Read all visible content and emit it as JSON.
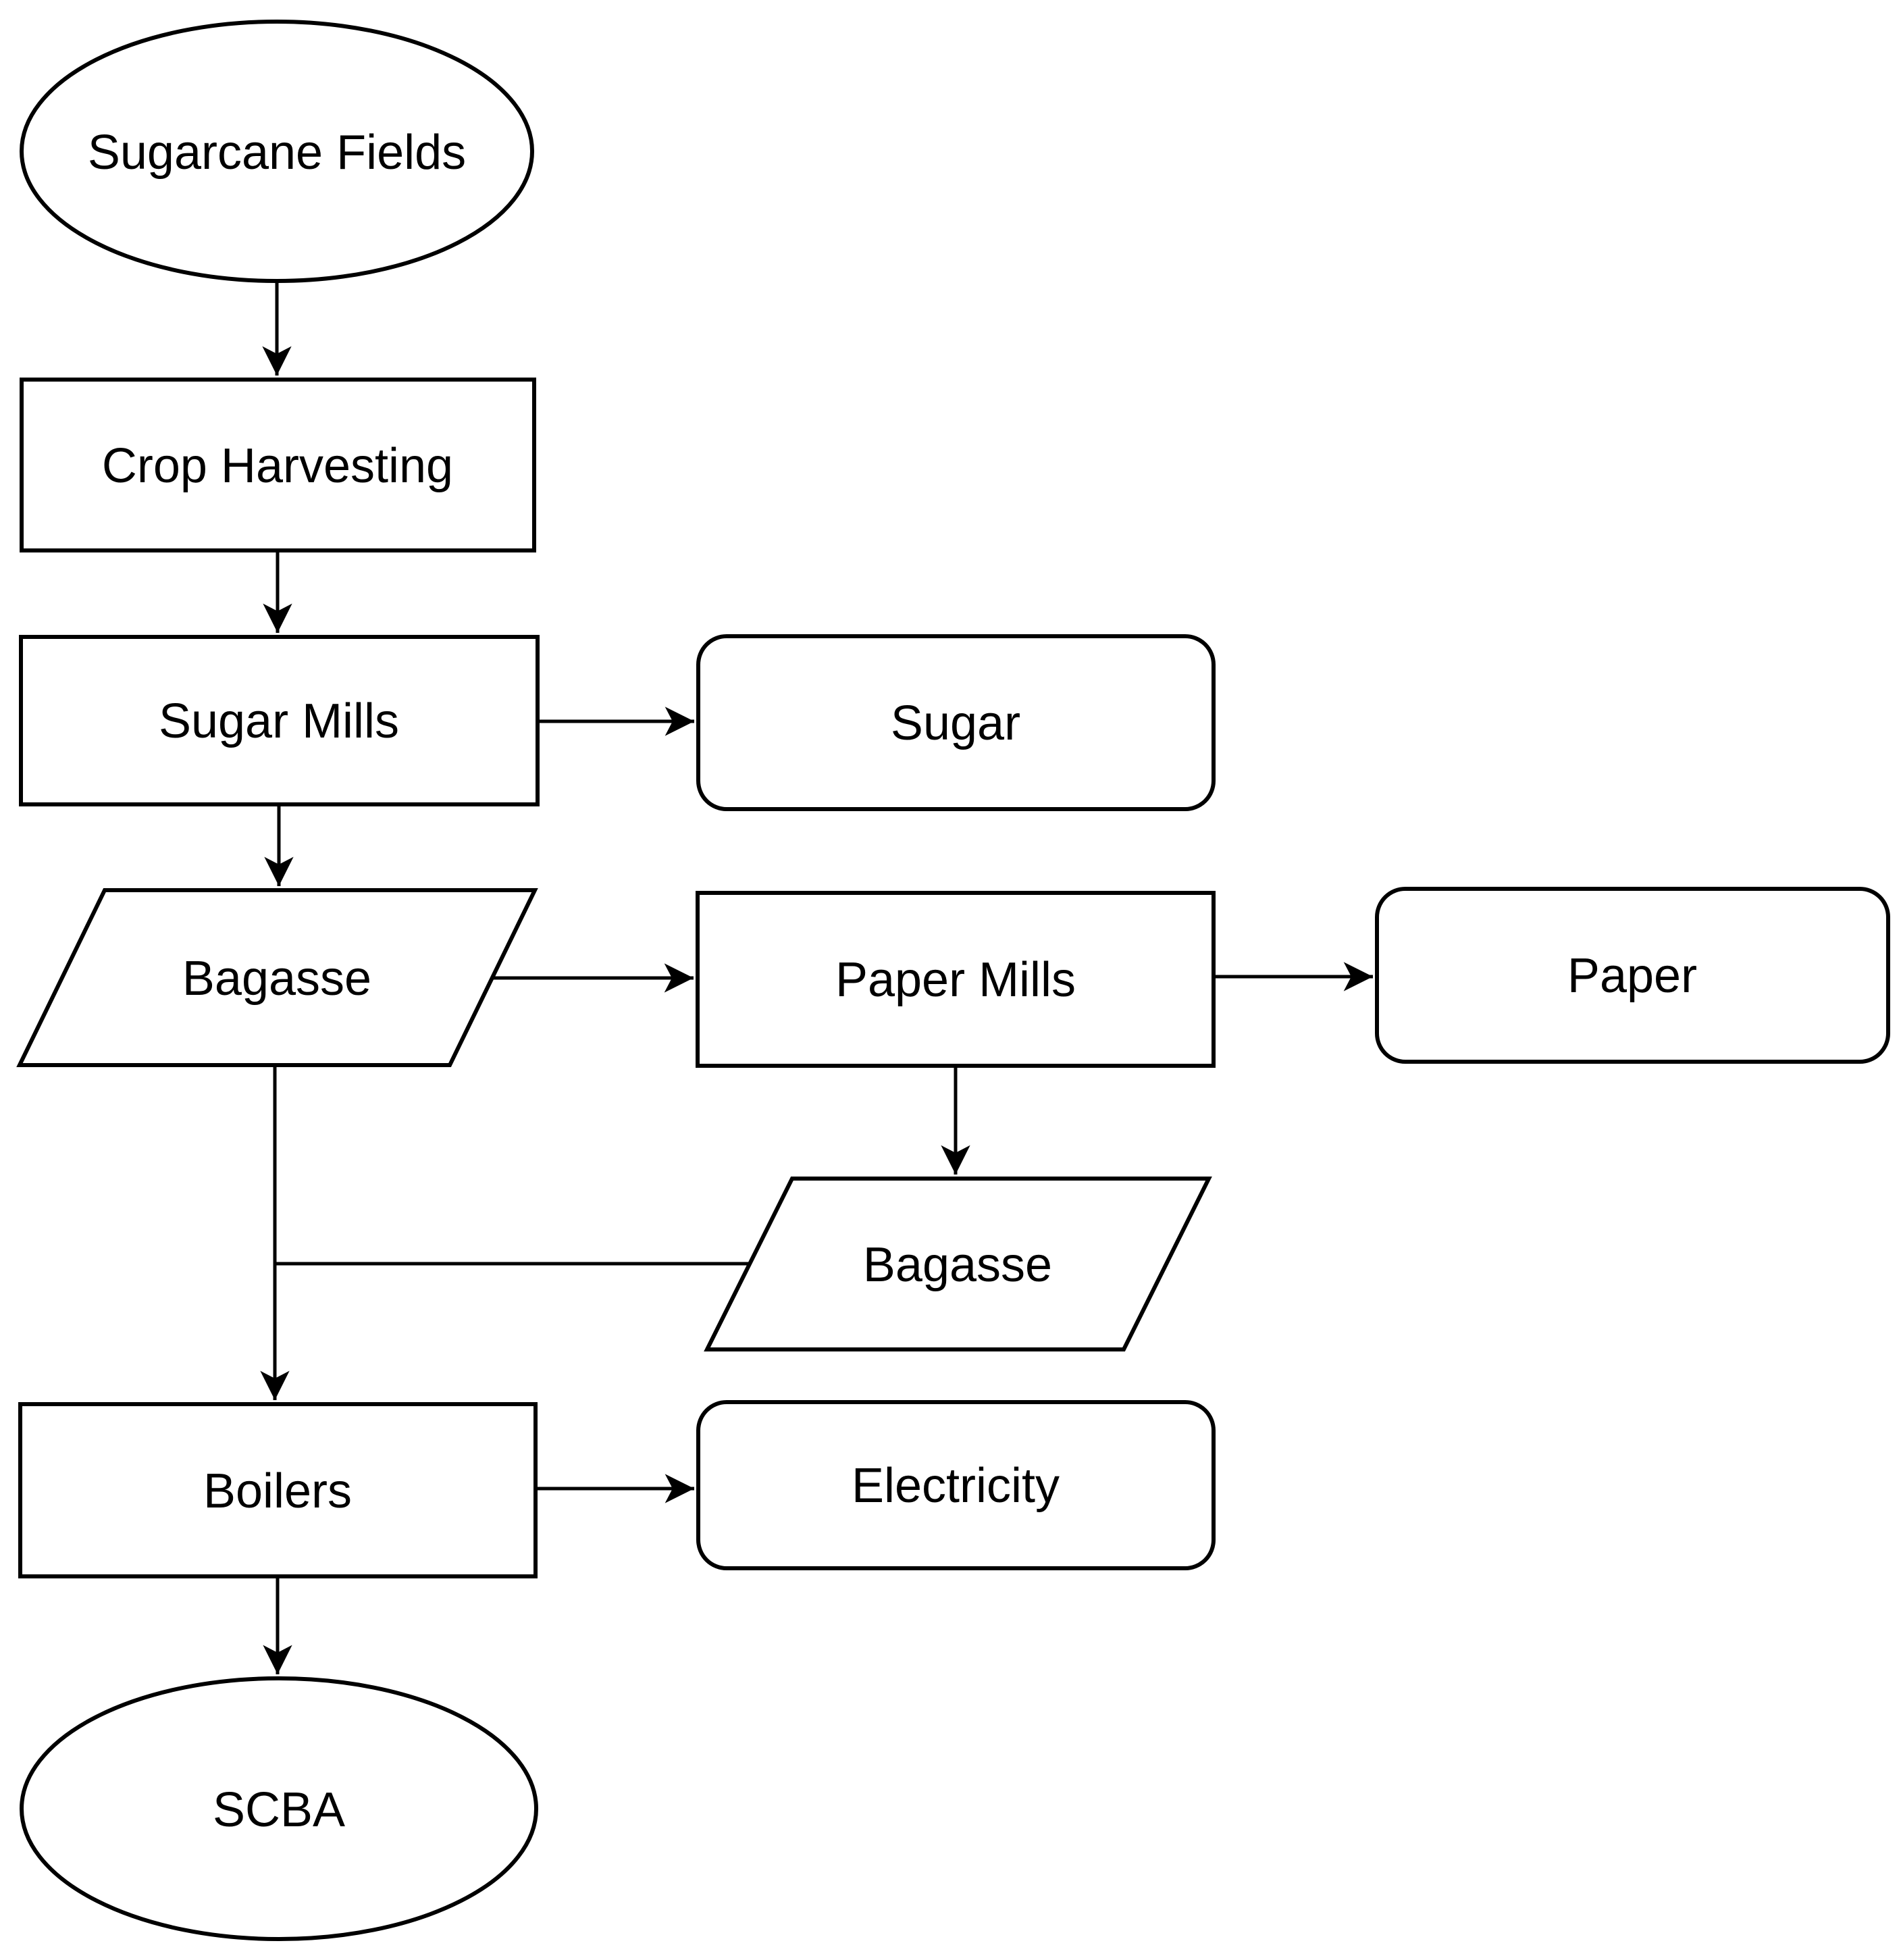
{
  "canvas": {
    "background_color": "#ffffff",
    "stroke_color": "#000000",
    "text_color": "#000000"
  },
  "diagram": {
    "type": "flowchart",
    "nodes": [
      {
        "id": "sugarcane-fields",
        "shape": "ellipse",
        "label": "Sugarcane Fields"
      },
      {
        "id": "crop-harvesting",
        "shape": "process-rect",
        "label": "Crop Harvesting"
      },
      {
        "id": "sugar-mills",
        "shape": "process-rect",
        "label": "Sugar Mills"
      },
      {
        "id": "sugar",
        "shape": "rounded-rect",
        "label": "Sugar"
      },
      {
        "id": "bagasse-1",
        "shape": "parallelogram",
        "label": "Bagasse"
      },
      {
        "id": "paper-mills",
        "shape": "process-rect",
        "label": "Paper Mills"
      },
      {
        "id": "paper",
        "shape": "rounded-rect",
        "label": "Paper"
      },
      {
        "id": "bagasse-2",
        "shape": "parallelogram",
        "label": "Bagasse"
      },
      {
        "id": "boilers",
        "shape": "process-rect",
        "label": "Boilers"
      },
      {
        "id": "electricity",
        "shape": "rounded-rect",
        "label": "Electricity"
      },
      {
        "id": "scba",
        "shape": "ellipse",
        "label": "SCBA"
      }
    ],
    "edges": [
      {
        "from": "sugarcane-fields",
        "to": "crop-harvesting",
        "arrowhead": true
      },
      {
        "from": "crop-harvesting",
        "to": "sugar-mills",
        "arrowhead": true
      },
      {
        "from": "sugar-mills",
        "to": "sugar",
        "arrowhead": true
      },
      {
        "from": "sugar-mills",
        "to": "bagasse-1",
        "arrowhead": true
      },
      {
        "from": "bagasse-1",
        "to": "paper-mills",
        "arrowhead": true
      },
      {
        "from": "paper-mills",
        "to": "paper",
        "arrowhead": true
      },
      {
        "from": "paper-mills",
        "to": "bagasse-2",
        "arrowhead": true
      },
      {
        "from": "bagasse-1",
        "to": "boilers",
        "arrowhead": true
      },
      {
        "from": "bagasse-2",
        "to": "boilers",
        "arrowhead": false
      },
      {
        "from": "boilers",
        "to": "electricity",
        "arrowhead": true
      },
      {
        "from": "boilers",
        "to": "scba",
        "arrowhead": true
      }
    ]
  }
}
